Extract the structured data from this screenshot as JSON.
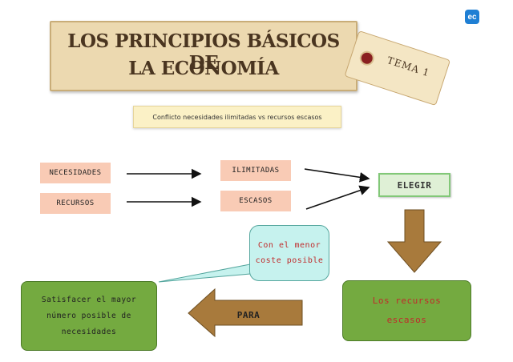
{
  "title": {
    "line1": "LOS PRINCIPIOS BÁSICOS DE",
    "line2": "LA ECONOMÍA"
  },
  "tag_label": "TEMA 1",
  "subtitle": "Conflicto necesidades ilimitadas vs recursos escasos",
  "logo_text": "ec",
  "nodes": {
    "necesidades": "NECESIDADES",
    "recursos": "RECURSOS",
    "ilimitadas": "ILIMITADAS",
    "escasos": "ESCASOS",
    "elegir": "ELEGIR",
    "bubble": "Con el menor coste posible",
    "recursos_escasos": "Los recursos escasos",
    "para": "PARA",
    "satisfacer": "Satisfacer el mayor número posible de necesidades"
  },
  "colors": {
    "title_banner": "#ecd9b0",
    "salmon": "#f9cbb5",
    "green": "#74aa40",
    "brown_arrow": "#a87a3c",
    "bubble": "#c6f2ee",
    "red_text": "#c02b2b"
  }
}
